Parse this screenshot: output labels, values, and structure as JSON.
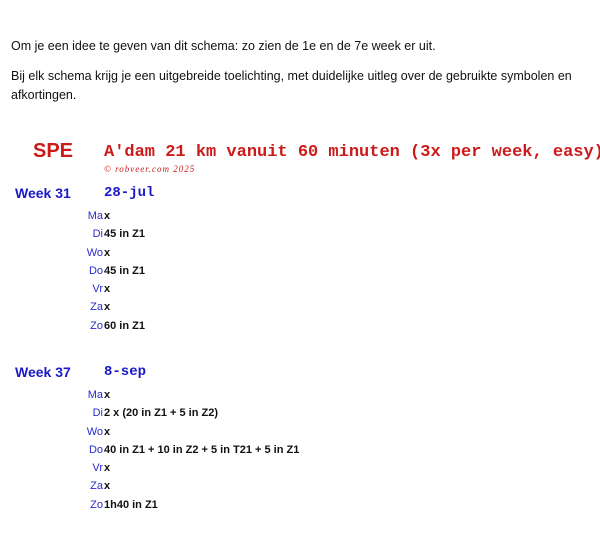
{
  "intro": {
    "line1": "Om je een idee te geven van dit schema: zo zien de 1e en de 7e week er uit.",
    "line2": "Bij elk schema krijg je een uitgebreide toelichting, met duidelijke uitleg over de gebruikte symbolen en afkortingen."
  },
  "header": {
    "code": "SPE",
    "title": "A'dam 21 km vanuit 60 minuten (3x per week, easy)",
    "copyright": "© robveer.com 2025"
  },
  "weeks": [
    {
      "label": "Week 31",
      "date": "28-jul",
      "days": [
        {
          "day": "Ma",
          "value": "x"
        },
        {
          "day": "Di",
          "value": "45 in Z1"
        },
        {
          "day": "Wo",
          "value": "x"
        },
        {
          "day": "Do",
          "value": "45 in Z1"
        },
        {
          "day": "Vr",
          "value": "x"
        },
        {
          "day": "Za",
          "value": "x"
        },
        {
          "day": "Zo",
          "value": "60 in Z1"
        }
      ]
    },
    {
      "label": "Week 37",
      "date": "8-sep",
      "days": [
        {
          "day": "Ma",
          "value": "x"
        },
        {
          "day": "Di",
          "value": "2 x (20 in Z1 + 5 in Z2)"
        },
        {
          "day": "Wo",
          "value": "x"
        },
        {
          "day": "Do",
          "value": "40 in Z1 + 10 in Z2 + 5 in T21 + 5 in Z1"
        },
        {
          "day": "Vr",
          "value": "x"
        },
        {
          "day": "Za",
          "value": "x"
        },
        {
          "day": "Zo",
          "value": "1h40 in Z1"
        }
      ]
    }
  ]
}
